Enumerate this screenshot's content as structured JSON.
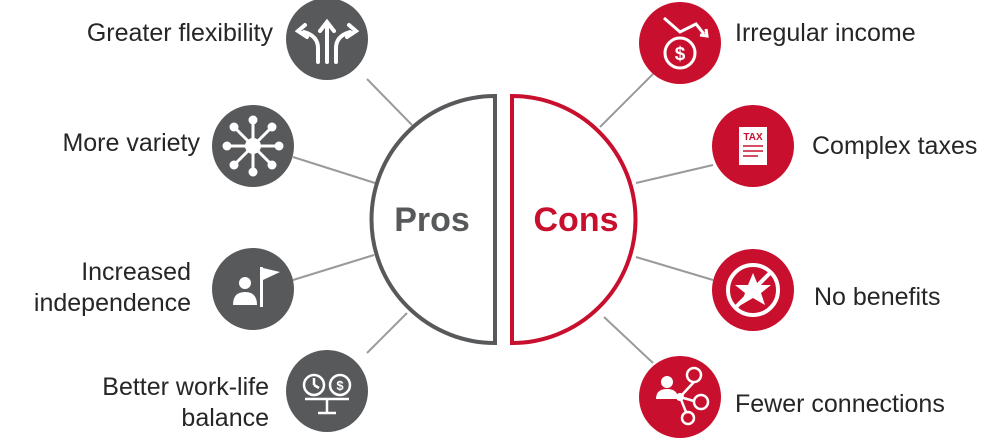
{
  "center": {
    "pros_label": "Pros",
    "cons_label": "Cons"
  },
  "colors": {
    "pros": "#58595b",
    "cons": "#c8102e",
    "connector": "#9a9a9a",
    "text": "#262626"
  },
  "pros": [
    {
      "label": "Greater flexibility",
      "icon": "diverging-arrows-icon"
    },
    {
      "label": "More variety",
      "icon": "hub-network-icon"
    },
    {
      "label": "Increased independence",
      "line1": "Increased",
      "line2": "independence",
      "icon": "person-flag-icon"
    },
    {
      "label": "Better work-life balance",
      "line1": "Better work-life",
      "line2": "balance",
      "icon": "clock-dollar-scale-icon"
    }
  ],
  "cons": [
    {
      "label": "Irregular income",
      "icon": "dollar-down-arrow-icon",
      "icon_text": "$"
    },
    {
      "label": "Complex taxes",
      "icon": "tax-form-icon",
      "icon_text": "TAX"
    },
    {
      "label": "No benefits",
      "icon": "no-star-icon"
    },
    {
      "label": "Fewer connections",
      "icon": "person-network-icon"
    }
  ]
}
